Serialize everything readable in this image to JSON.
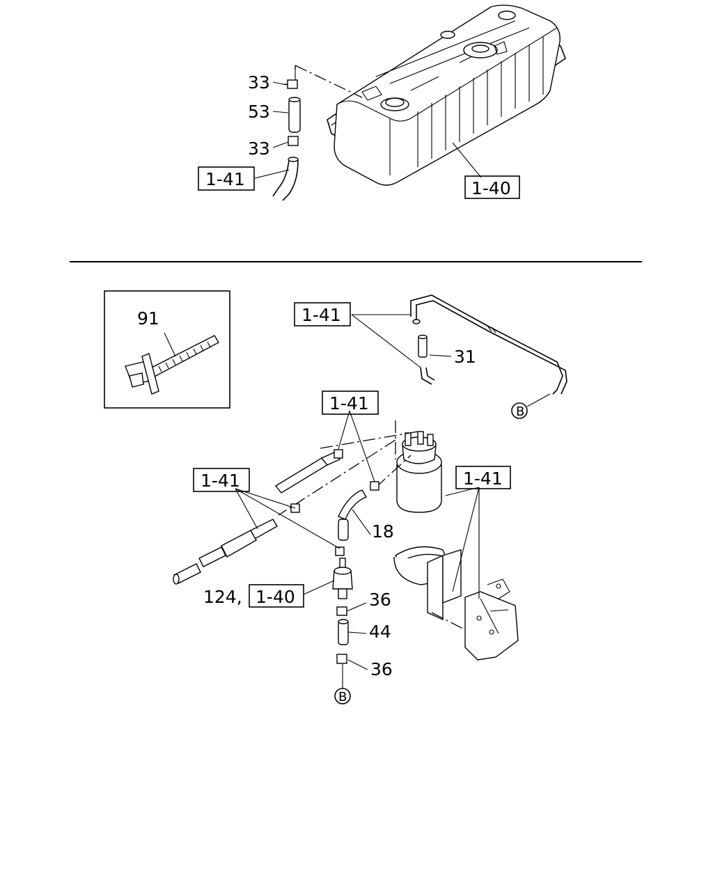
{
  "callouts": {
    "top_33_a": "33",
    "top_53": "53",
    "top_33_b": "33",
    "top_141": "1-41",
    "top_140": "1-40",
    "detail_91": "91",
    "line_141": "1-41",
    "line_31": "31",
    "conn_b_right": "B",
    "canister_141_top": "1-41",
    "canister_141_left": "1-41",
    "bracket_141": "1-41",
    "hose_18": "18",
    "filter_124": "124,",
    "filter_140": "1-40",
    "clip_36_a": "36",
    "hose_44": "44",
    "clip_36_b": "36",
    "conn_b_bottom": "B"
  },
  "colors": {
    "ink": "#000000",
    "paper": "#ffffff"
  }
}
